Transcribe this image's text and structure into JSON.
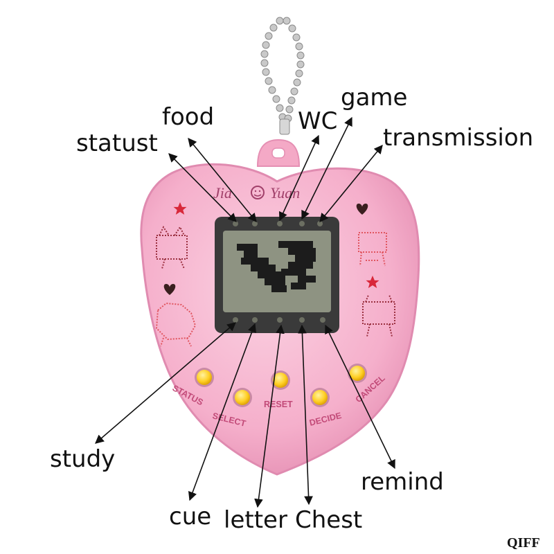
{
  "brand": {
    "left": "Jia",
    "right": "Yuan"
  },
  "buttons": {
    "status": "STATUS",
    "select": "SELECT",
    "reset": "RESET",
    "decide": "DECIDE",
    "cancel": "CANCEL"
  },
  "callouts": {
    "statust": "statust",
    "food": "food",
    "wc": "WC",
    "game": "game",
    "transmission": "transmission",
    "study": "study",
    "cue": "cue",
    "letter": "letter",
    "chest": "Chest",
    "remind": "remind"
  },
  "watermark": "QIFF",
  "colors": {
    "shell": "#f7b7d0",
    "shell_edge": "#e58fb3",
    "screen_bezel": "#3a3a3a",
    "lcd": "#8e9382",
    "button": "#ffcf24",
    "accent_red": "#d8283a"
  }
}
